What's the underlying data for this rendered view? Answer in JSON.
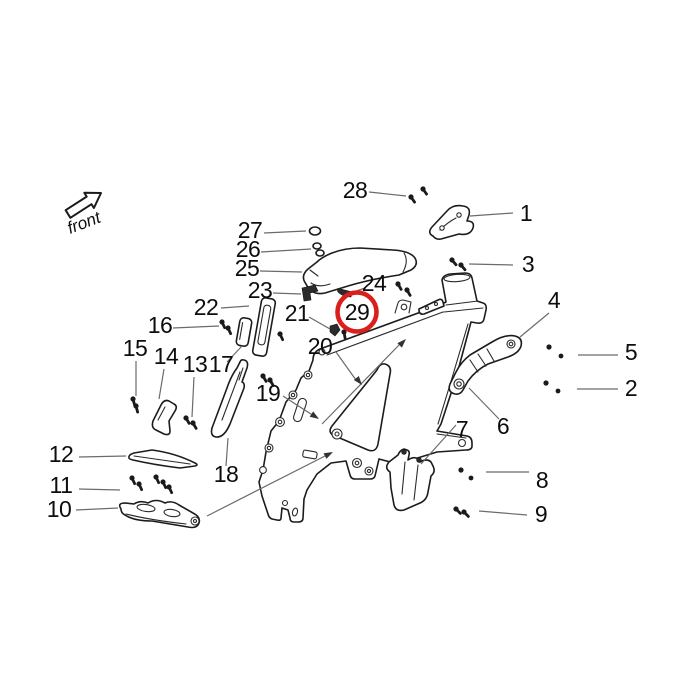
{
  "front_label": "front",
  "highlight": {
    "circled_number": "29",
    "color": "#d9201d"
  },
  "callouts": [
    {
      "n": "1"
    },
    {
      "n": "2"
    },
    {
      "n": "3"
    },
    {
      "n": "4"
    },
    {
      "n": "5"
    },
    {
      "n": "6"
    },
    {
      "n": "7"
    },
    {
      "n": "8"
    },
    {
      "n": "9"
    },
    {
      "n": "10"
    },
    {
      "n": "11"
    },
    {
      "n": "12"
    },
    {
      "n": "13"
    },
    {
      "n": "14"
    },
    {
      "n": "15"
    },
    {
      "n": "16"
    },
    {
      "n": "17"
    },
    {
      "n": "18"
    },
    {
      "n": "19"
    },
    {
      "n": "20"
    },
    {
      "n": "21"
    },
    {
      "n": "22"
    },
    {
      "n": "23"
    },
    {
      "n": "24"
    },
    {
      "n": "25"
    },
    {
      "n": "26"
    },
    {
      "n": "27"
    },
    {
      "n": "28"
    },
    {
      "n": "29"
    }
  ]
}
